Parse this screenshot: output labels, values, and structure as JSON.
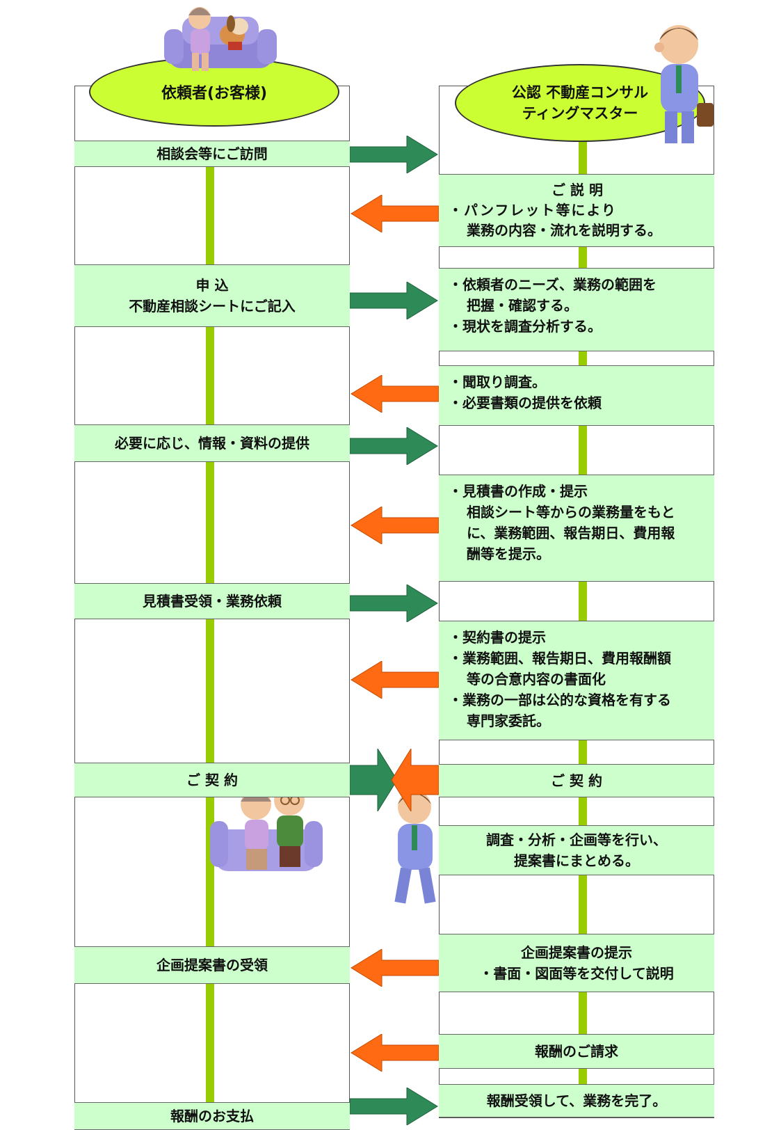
{
  "left_header": "依頼者(お客様)",
  "right_header": [
    "公認 不動産コンサル",
    "ティングマスター"
  ],
  "left_steps": {
    "visit": "相談会等にご訪問",
    "apply": [
      "申 込",
      "不動産相談シートにご記入"
    ],
    "provide": "必要に応じ、情報・資料の提供",
    "estimate": "見積書受領・業務依頼",
    "contract": "ご 契 約",
    "receive": "企画提案書の受領",
    "pay": "報酬のお支払"
  },
  "right_steps": {
    "explain_title": "ご 説 明",
    "explain_lines": [
      "・パンフレット等により",
      "業務の内容・流れを説明する。"
    ],
    "needs_lines": [
      "・依頼者のニーズ、業務の範囲を",
      "把握・確認する。",
      "・現状を調査分析する。"
    ],
    "hearing_lines": [
      "・聞取り調査。",
      "・必要書類の提供を依頼"
    ],
    "estimate_lines": [
      "・見積書の作成・提示",
      "相談シート等からの業務量をもと",
      "に、業務範囲、報告期日、費用報",
      "酬等を提示。"
    ],
    "contract_prep_lines": [
      "・契約書の提示",
      "・業務範囲、報告期日、費用報酬額",
      "等の合意内容の書面化",
      "・業務の一部は公的な資格を有する",
      "専門家委託。"
    ],
    "contract": "ご 契 約",
    "research_lines": [
      "調査・分析・企画等を行い、",
      "提案書にまとめる。"
    ],
    "proposal_lines": [
      "企画提案書の提示",
      "・書面・図面等を交付して説明"
    ],
    "invoice": "報酬のご請求",
    "complete": "報酬受領して、業務を完了。"
  },
  "colors": {
    "box_fill": "#ccffcc",
    "header_fill": "#ccff33",
    "timeline": "#99cc00",
    "arrow_client_to_master": "#2e8b57",
    "arrow_master_to_client": "#ff6a13"
  }
}
